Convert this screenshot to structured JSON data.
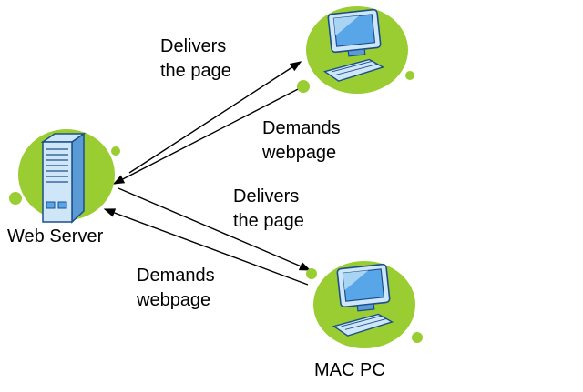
{
  "diagram": {
    "labels": {
      "web_server": "Web Server",
      "mac_pc": "MAC PC"
    },
    "arrows": {
      "deliver_top": {
        "line1": "Delivers",
        "line2": "the page"
      },
      "demand_top": {
        "line1": "Demands",
        "line2": "webpage"
      },
      "deliver_bottom": {
        "line1": "Delivers",
        "line2": "the page"
      },
      "demand_bottom": {
        "line1": "Demands",
        "line2": "webpage"
      }
    },
    "colors": {
      "blob_green": "#9acd32",
      "icon_blue_dark": "#1c4f8a",
      "icon_blue_mid": "#5b9bd5",
      "icon_blue_light": "#cfe6f9",
      "screen_blue": "#58a6e8",
      "arrow": "#000000"
    }
  }
}
